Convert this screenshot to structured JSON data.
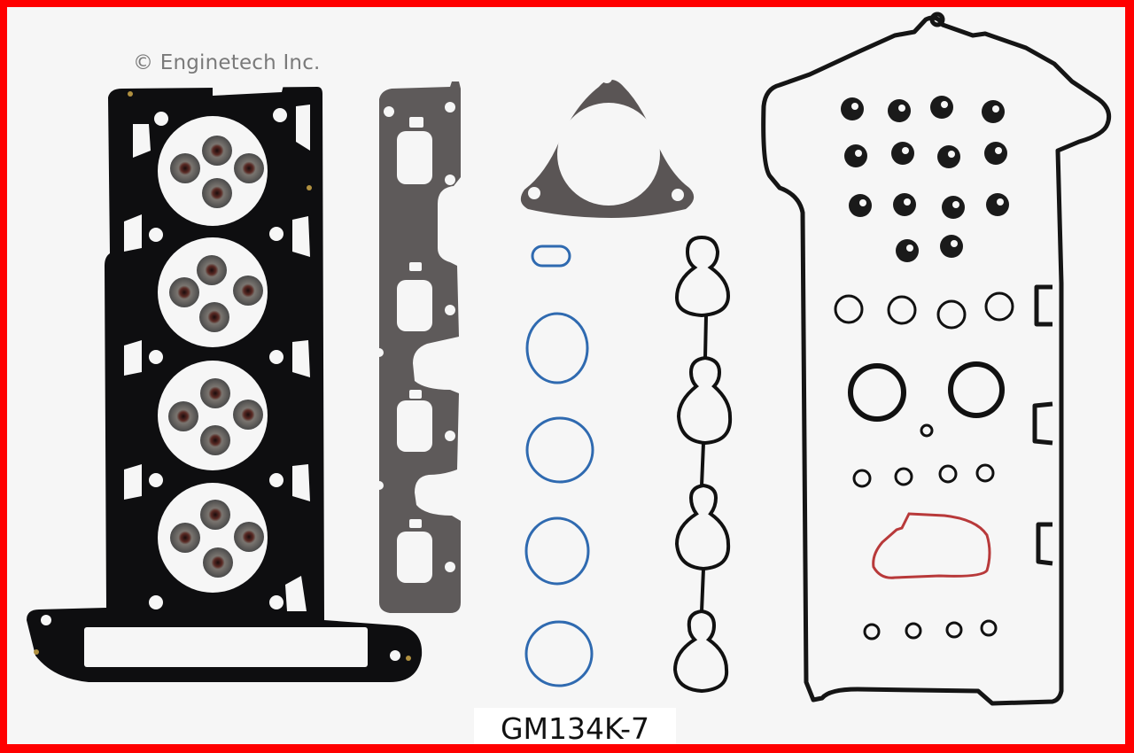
{
  "image": {
    "description": "Product photo of an engine head gasket set laid out on a light gray background with a red border",
    "border_color": "#ff0000",
    "background_color": "#f6f6f6"
  },
  "watermark": {
    "text": "© Enginetech Inc.",
    "color": "#7a7a7a"
  },
  "part_label": {
    "text": "GM134K-7",
    "background": "#ffffff",
    "color": "#111111"
  },
  "components": [
    {
      "name": "cylinder-head-gasket",
      "color": "#0e0e10",
      "count": 1
    },
    {
      "name": "valve-stem-seals",
      "color": "#6b6b6b",
      "count": 16
    },
    {
      "name": "exhaust-manifold-gasket",
      "color": "#5e5a5a",
      "count": 1
    },
    {
      "name": "exhaust-flange-gasket",
      "color": "#5a5555",
      "count": 1
    },
    {
      "name": "blue-o-rings",
      "color": "#2f6ab0",
      "count": 5
    },
    {
      "name": "intake-manifold-gasket",
      "color": "#111111",
      "count": 1
    },
    {
      "name": "valve-cover-gasket",
      "color": "#151515",
      "count": 1
    },
    {
      "name": "spark-plug-tube-grommets",
      "color": "#1a1a1a",
      "count": 14
    },
    {
      "name": "black-o-rings",
      "color": "#111111",
      "count": 15
    },
    {
      "name": "red-silicone-gasket",
      "color": "#b8393a",
      "count": 1
    }
  ]
}
